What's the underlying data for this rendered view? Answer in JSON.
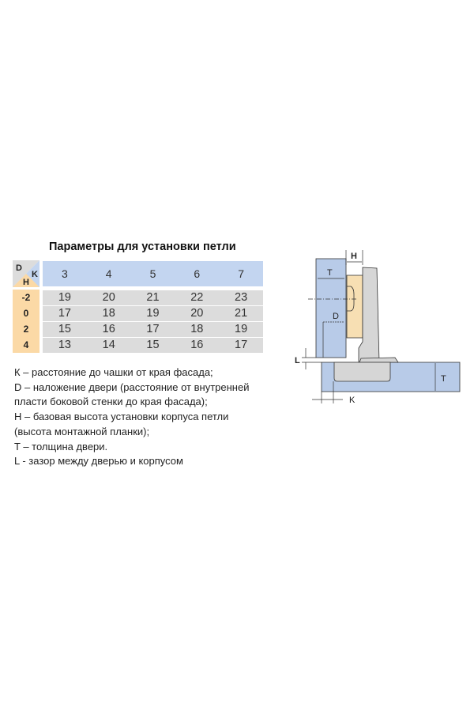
{
  "title": "Параметры для установки петли",
  "table": {
    "corner": {
      "d": "D",
      "k": "K",
      "h": "H"
    },
    "k_values": [
      "3",
      "4",
      "5",
      "6",
      "7"
    ],
    "h_values": [
      "-2",
      "0",
      "2",
      "4"
    ],
    "rows": [
      [
        "19",
        "20",
        "21",
        "22",
        "23"
      ],
      [
        "17",
        "18",
        "19",
        "20",
        "21"
      ],
      [
        "15",
        "16",
        "17",
        "18",
        "19"
      ],
      [
        "13",
        "14",
        "15",
        "16",
        "17"
      ]
    ]
  },
  "legend": [
    "К – расстояние до чашки от края фасада;",
    "D – наложение двери (расстояние от внутренней",
    "пласти боковой стенки до края фасада);",
    "H – базовая высота установки корпуса петли",
    "(высота монтажной планки);",
    "T – толщина двери.",
    "L - зазор между дверью и корпусом"
  ],
  "diagram": {
    "labels": {
      "h": "H",
      "t_top": "T",
      "d": "D",
      "l": "L",
      "t_right": "T",
      "k": "K"
    }
  },
  "colors": {
    "header": "#c3d5f0",
    "hcol": "#fbd9a6",
    "row": "#dcdcdc",
    "panel": "#b8cbe8",
    "plate": "#f7dfb3"
  }
}
